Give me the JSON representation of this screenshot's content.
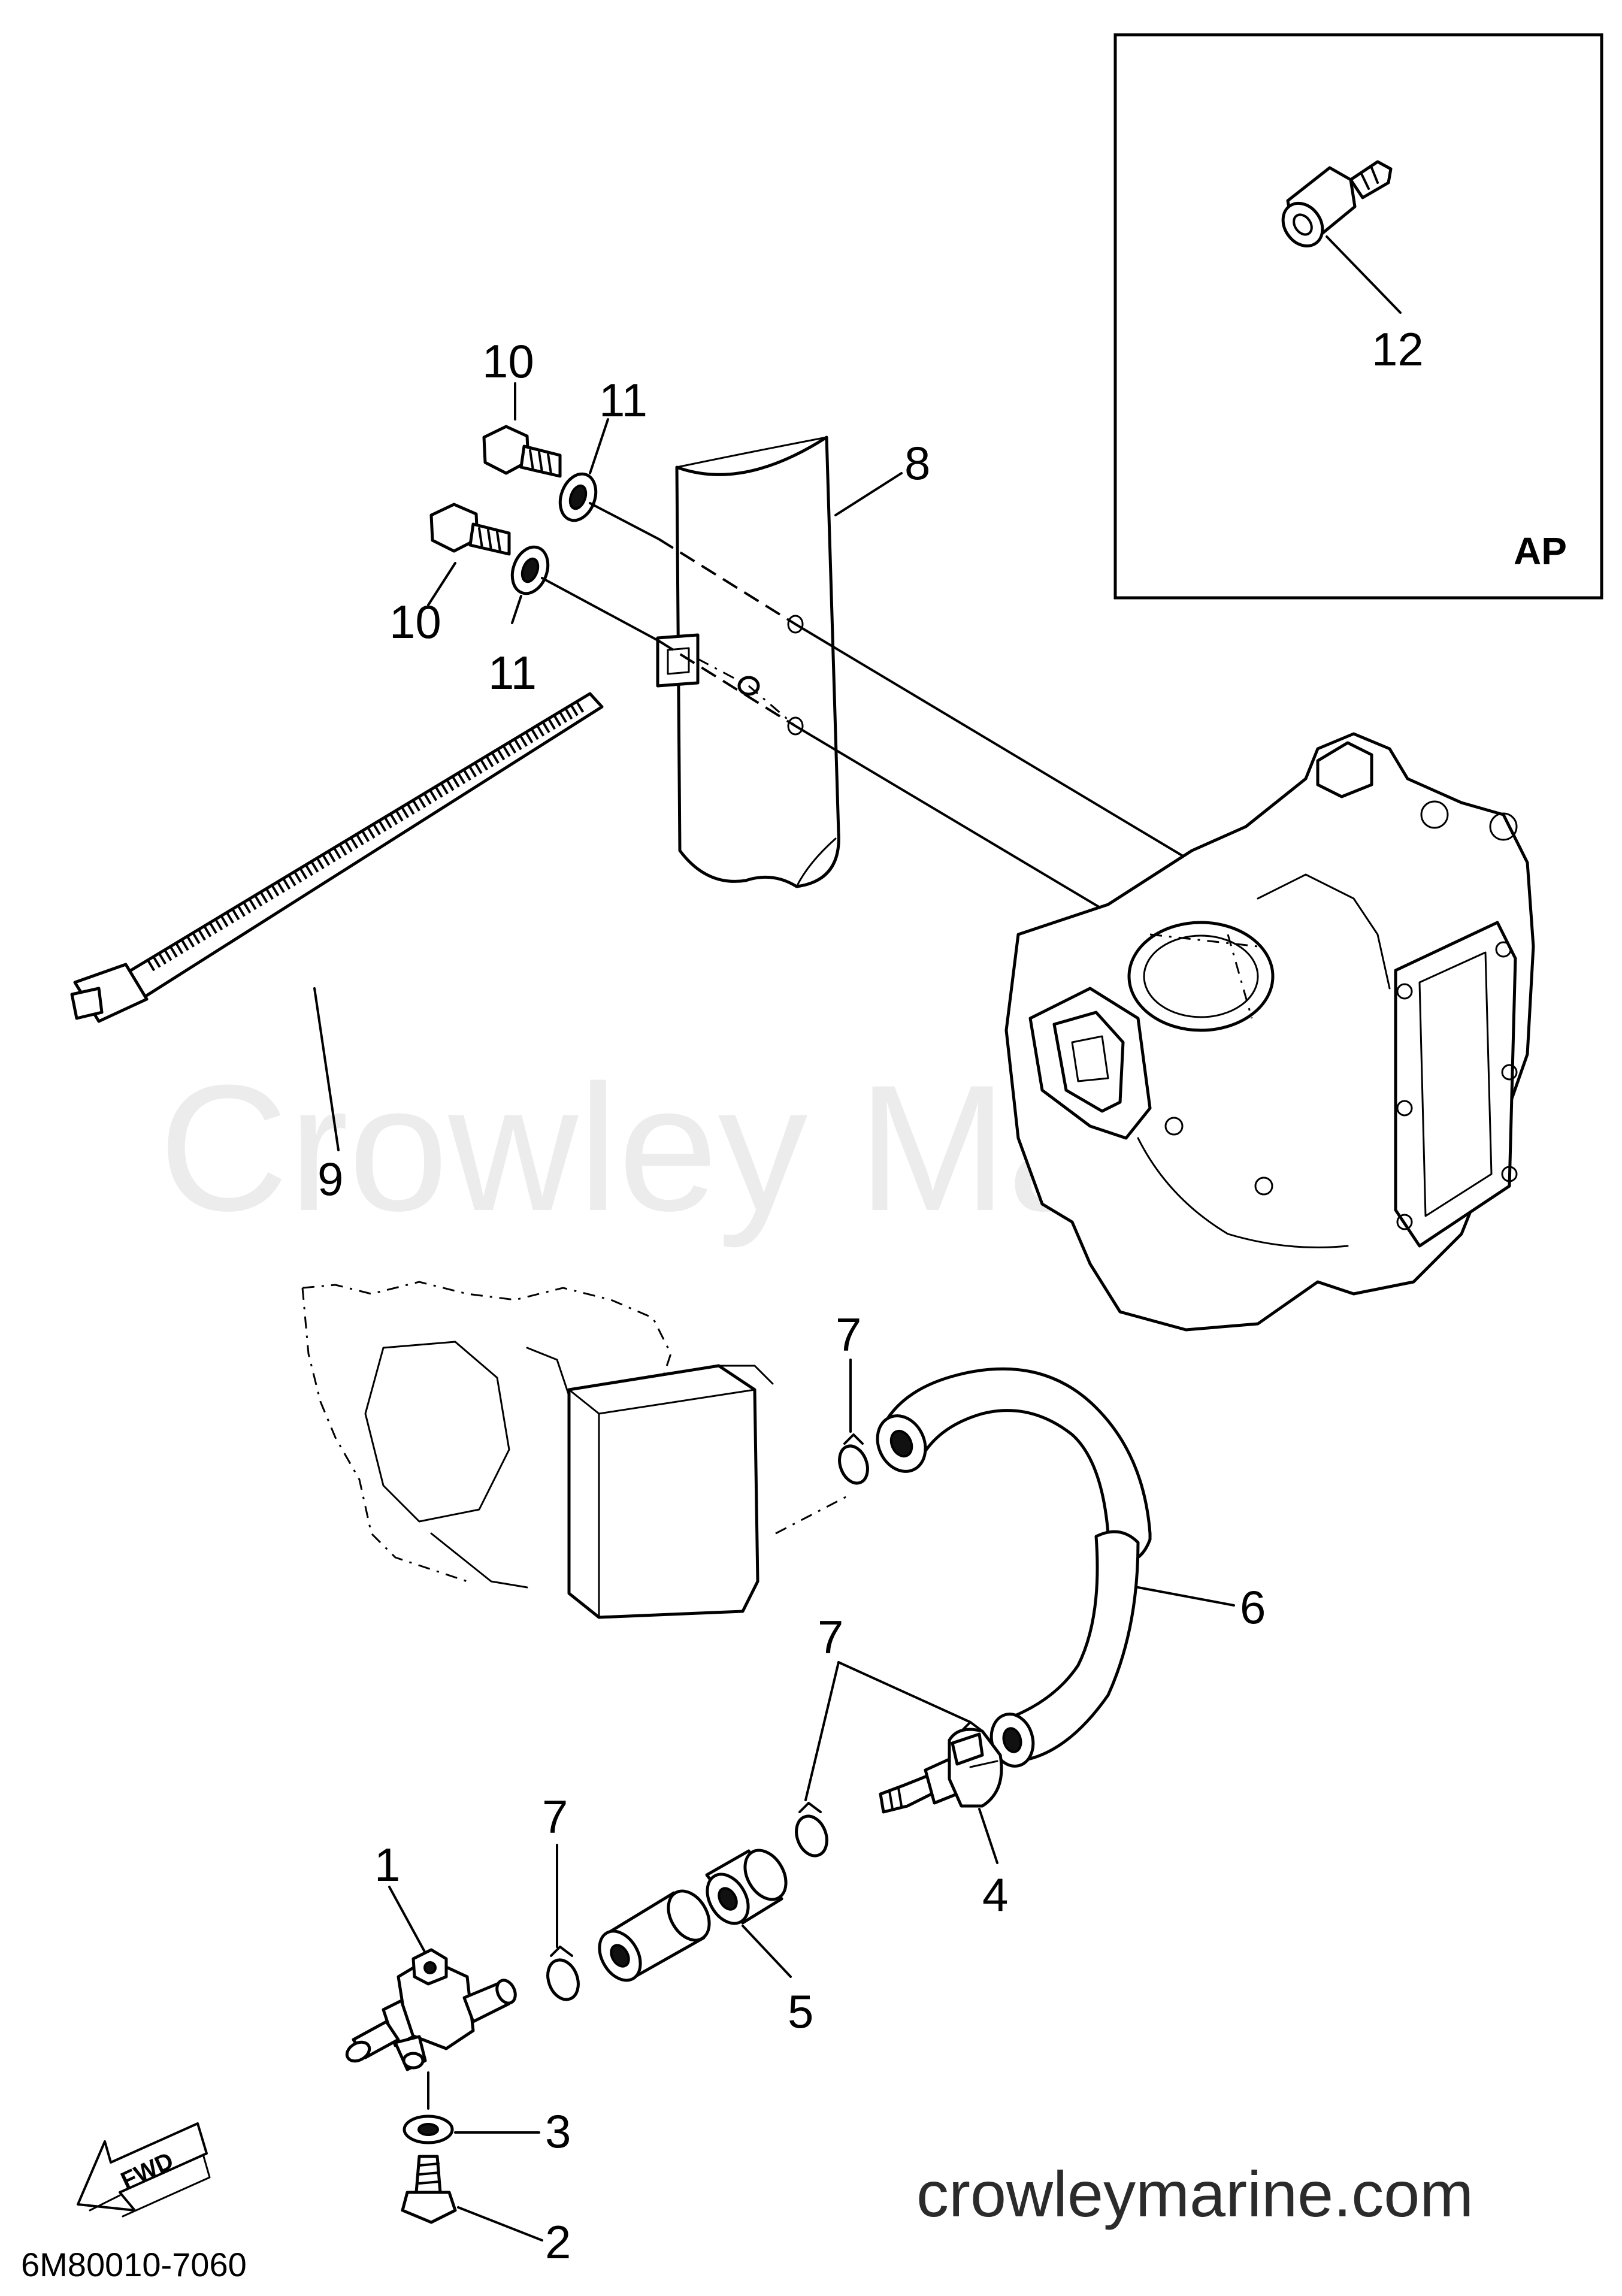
{
  "diagram": {
    "callouts": {
      "c1": "1",
      "c2": "2",
      "c3": "3",
      "c4": "4",
      "c5": "5",
      "c6": "6",
      "c7a": "7",
      "c7b": "7",
      "c7c": "7",
      "c8": "8",
      "c9": "9",
      "c10a": "10",
      "c10b": "10",
      "c11a": "11",
      "c11b": "11",
      "c12": "12"
    },
    "inset_label": "AP",
    "direction_label": "FWD",
    "watermark": "Crowley Marine",
    "website": "crowleymarine.com",
    "diagram_code": "6M80010-7060"
  }
}
